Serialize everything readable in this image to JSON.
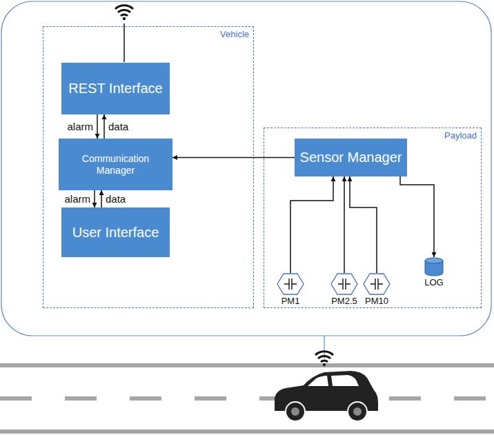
{
  "diagram": {
    "nodes": [
      {
        "text": [
          "Vehicle"
        ]
      },
      {
        "text": [
          "REST Interface"
        ],
        "in": 0
      },
      {
        "text": [
          "Communication Manager"
        ],
        "in": 0
      },
      {
        "text": [
          "User Interface"
        ],
        "in": 0
      },
      {
        "text": [
          "Payload"
        ]
      },
      {
        "text": [
          "Sensor Manager"
        ],
        "in": 4
      },
      {
        "text": [
          "PM1"
        ],
        "in": 4
      },
      {
        "text": [
          "PM2.5"
        ],
        "in": 4
      },
      {
        "text": [
          "PM10"
        ],
        "in": 4
      },
      {
        "text": [
          "LOG"
        ],
        "in": 4
      }
    ],
    "edges": [
      {
        "from": 1,
        "to": 2,
        "label": "alarm",
        "arrow": "to"
      },
      {
        "from": 2,
        "to": 1,
        "label": "data",
        "arrow": "to"
      },
      {
        "from": 2,
        "to": 3,
        "label": "alarm",
        "arrow": "to"
      },
      {
        "from": 3,
        "to": 2,
        "label": "data",
        "arrow": "to"
      },
      {
        "from": 5,
        "to": 2,
        "arrow": "to"
      },
      {
        "from": 6,
        "to": 5,
        "arrow": "to"
      },
      {
        "from": 7,
        "to": 5,
        "arrow": "to"
      },
      {
        "from": 8,
        "to": 5,
        "arrow": "to"
      },
      {
        "from": 5,
        "to": 9,
        "arrow": "to"
      }
    ]
  }
}
